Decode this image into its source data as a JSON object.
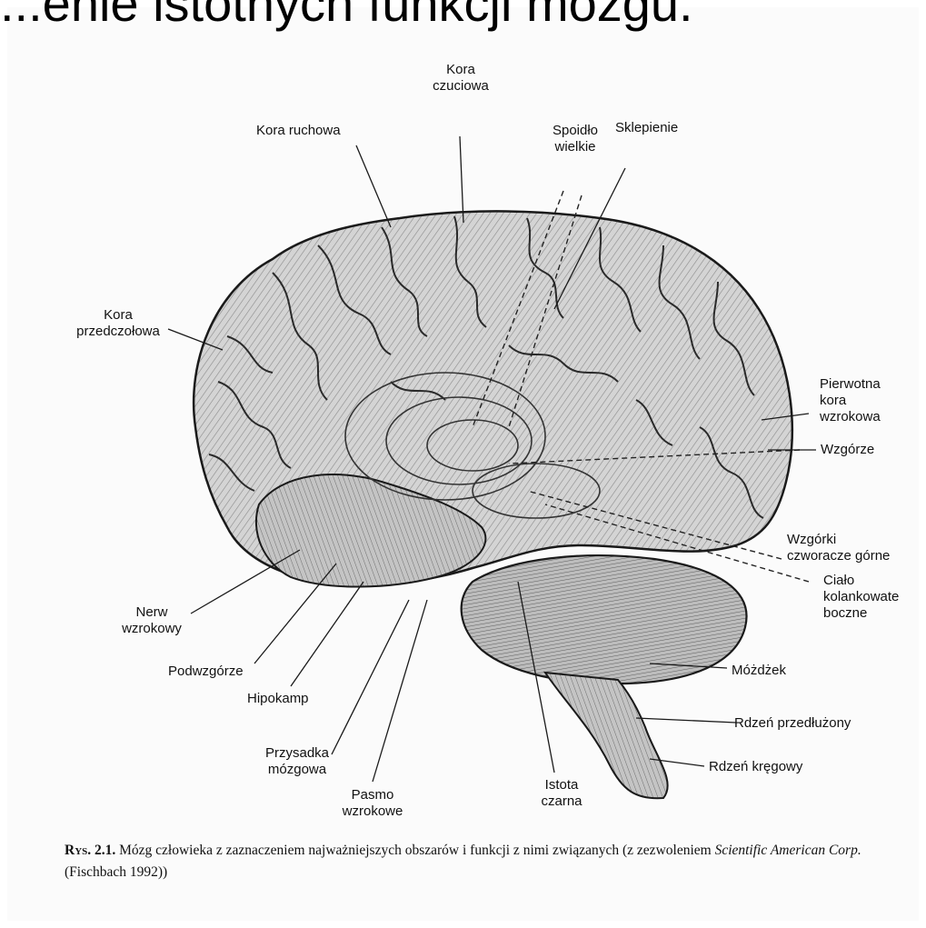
{
  "slide": {
    "title": "...enie istotnych funkcji mózgu."
  },
  "labels": {
    "kora_czuciowa": [
      "Kora",
      "czuciowa"
    ],
    "kora_ruchowa": "Kora ruchowa",
    "spoidlo": [
      "Spoidło",
      "wielkie"
    ],
    "sklepienie": "Sklepienie",
    "kora_przedczolowa": [
      "Kora",
      "przedczołowa"
    ],
    "pierwotna_kora": [
      "Pierwotna",
      "kora",
      "wzrokowa"
    ],
    "wzgorze": "Wzgórze",
    "wzgorki": [
      "Wzgórki",
      "czworacze górne"
    ],
    "cialo": [
      "Ciało",
      "kolankowate",
      "boczne"
    ],
    "nerw": [
      "Nerw",
      "wzrokowy"
    ],
    "podwzgorze": "Podwzgórze",
    "hipokamp": "Hipokamp",
    "przysadka": [
      "Przysadka",
      "mózgowa"
    ],
    "pasmo": [
      "Pasmo",
      "wzrokowe"
    ],
    "istota": [
      "Istota",
      "czarna"
    ],
    "mozdzek": "Móżdżek",
    "rdzen_przedluzony": "Rdzeń przedłużony",
    "rdzen_kregowy": "Rdzeń kręgowy"
  },
  "caption": {
    "prefix": "Rys.",
    "number": "2.1.",
    "text1": "Mózg człowieka z zaznaczeniem najważniejszych obszarów i funkcji z nimi związanych (z zezwoleniem",
    "source": "Scientific American Corp.",
    "text2": "(Fischbach 1992))"
  },
  "colors": {
    "ink": "#1a1a1a",
    "brain_fill": "#d9d9d9",
    "paper": "#fbfbfb"
  }
}
